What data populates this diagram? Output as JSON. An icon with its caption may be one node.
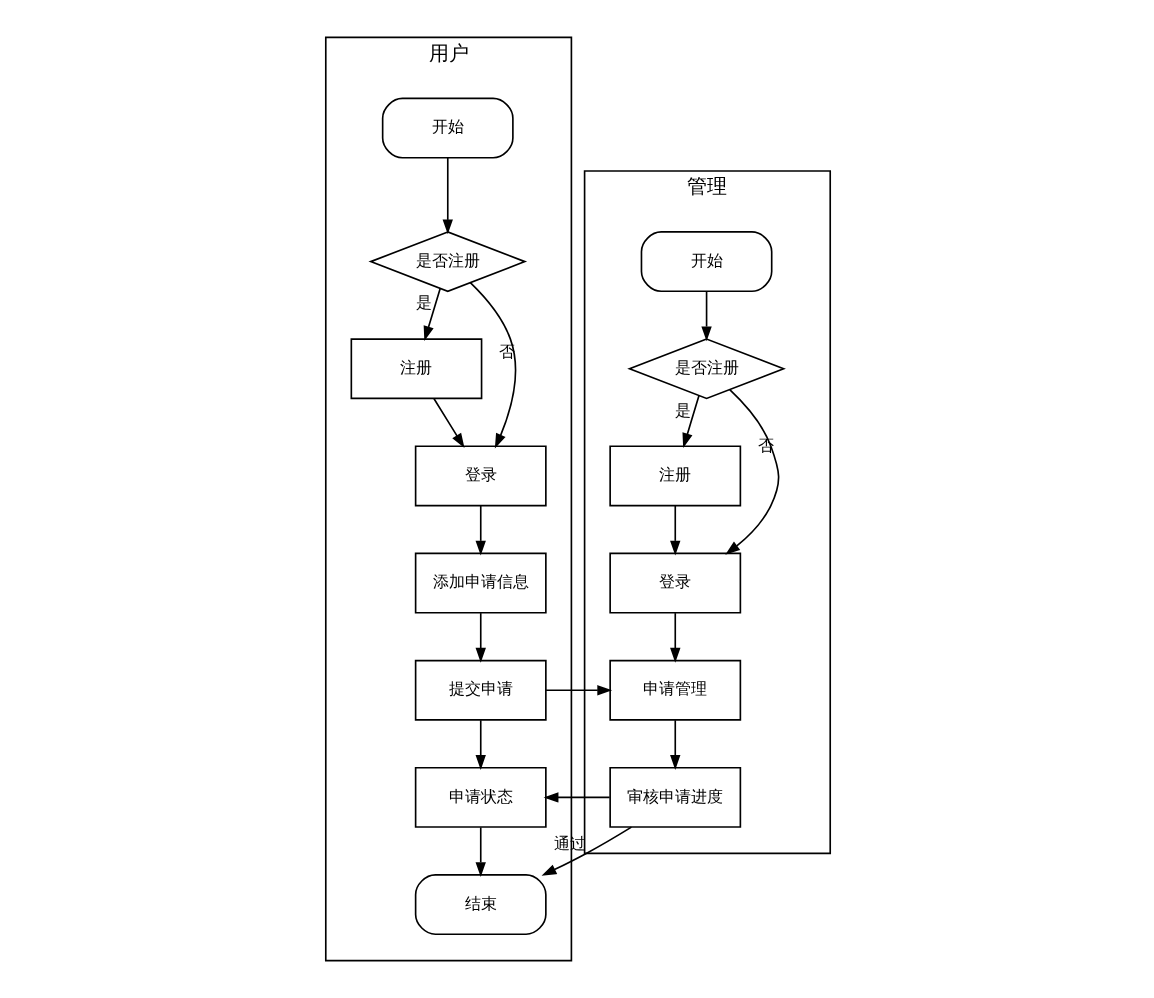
{
  "diagram": {
    "nodes": [
      {
        "text": [
          "用户"
        ]
      },
      {
        "text": [
          "开始"
        ],
        "in": 0
      },
      {
        "text": [
          "是否注册"
        ],
        "in": 0
      },
      {
        "text": [
          "注册"
        ],
        "in": 0
      },
      {
        "text": [
          "登录"
        ],
        "in": 0
      },
      {
        "text": [
          "添加申请信息"
        ],
        "in": 0
      },
      {
        "text": [
          "提交申请"
        ],
        "in": 0
      },
      {
        "text": [
          "申请状态"
        ],
        "in": 0
      },
      {
        "text": [
          "结束"
        ],
        "in": 0
      },
      {
        "text": [
          "管理"
        ]
      },
      {
        "text": [
          "开始"
        ],
        "in": 9
      },
      {
        "text": [
          "是否注册"
        ],
        "in": 9
      },
      {
        "text": [
          "注册"
        ],
        "in": 9
      },
      {
        "text": [
          "登录"
        ],
        "in": 9
      },
      {
        "text": [
          "申请管理"
        ],
        "in": 9
      },
      {
        "text": [
          "审核申请进度"
        ],
        "in": 9
      }
    ],
    "edges": [
      {
        "from": 1,
        "to": 2,
        "arrow": "to"
      },
      {
        "from": 2,
        "to": 3,
        "arrow": "to",
        "label": "是"
      },
      {
        "from": 2,
        "to": 4,
        "arrow": "to",
        "label": "否"
      },
      {
        "from": 3,
        "to": 4,
        "arrow": "to"
      },
      {
        "from": 4,
        "to": 5,
        "arrow": "to"
      },
      {
        "from": 5,
        "to": 6,
        "arrow": "to"
      },
      {
        "from": 6,
        "to": 7,
        "arrow": "to"
      },
      {
        "from": 6,
        "to": 14,
        "arrow": "to"
      },
      {
        "from": 7,
        "to": 8,
        "arrow": "to"
      },
      {
        "from": 10,
        "to": 11,
        "arrow": "to"
      },
      {
        "from": 11,
        "to": 12,
        "arrow": "to",
        "label": "是"
      },
      {
        "from": 11,
        "to": 13,
        "arrow": "to",
        "label": "否"
      },
      {
        "from": 12,
        "to": 13,
        "arrow": "to"
      },
      {
        "from": 13,
        "to": 14,
        "arrow": "to"
      },
      {
        "from": 14,
        "to": 15,
        "arrow": "to"
      },
      {
        "from": 15,
        "to": 7,
        "arrow": "to"
      },
      {
        "from": 15,
        "to": 8,
        "arrow": "to",
        "label": "通过"
      }
    ]
  }
}
